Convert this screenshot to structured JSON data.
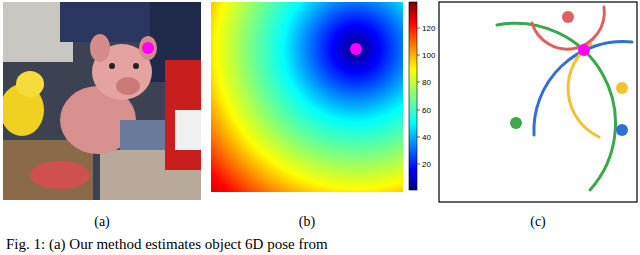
{
  "diagram": {
    "caption": "Fig. 1: (a) Our method estimates object 6D pose from",
    "labels": [
      "(a)",
      "(b)",
      "(c)",
      "120",
      "100",
      "80",
      "60",
      "40",
      "20"
    ]
  }
}
